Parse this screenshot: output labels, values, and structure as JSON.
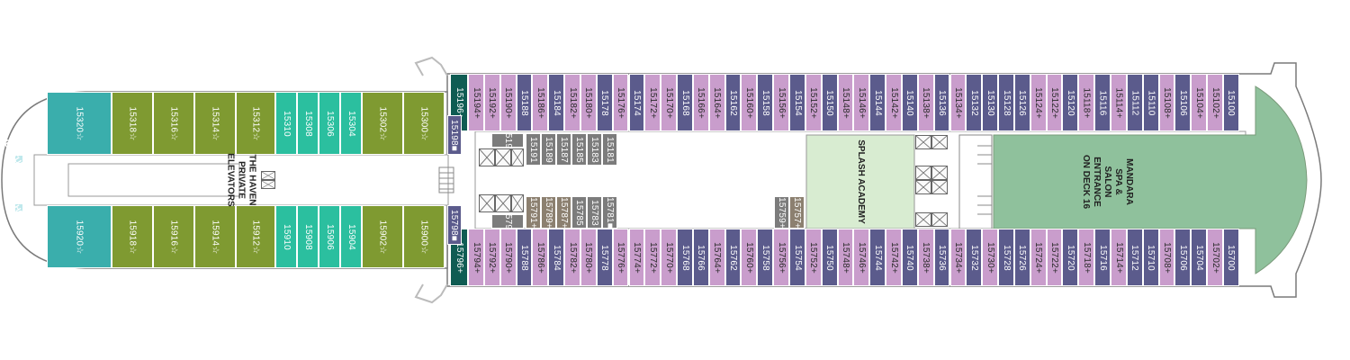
{
  "colors": {
    "purple": "#5b5b8c",
    "pink": "#c99dcc",
    "olive": "#7f9a31",
    "teal": "#3aaeac",
    "mint": "#2bbf9f",
    "dark_teal": "#0f5c53",
    "grey": "#7c7c7c",
    "taupe": "#8c8070",
    "spa_green": "#8fc19c",
    "splash_green": "#d8ecd1",
    "hull": "#ffffff",
    "outline": "#7a7a7a"
  },
  "cabins": {
    "top_main": [
      {
        "label": "15196+",
        "c": "dark_teal"
      },
      {
        "label": "15194+",
        "c": "pink"
      },
      {
        "label": "15192+",
        "c": "pink"
      },
      {
        "label": "15190+",
        "c": "pink"
      },
      {
        "label": "15188",
        "c": "purple"
      },
      {
        "label": "15186+",
        "c": "pink"
      },
      {
        "label": "15184",
        "c": "purple"
      },
      {
        "label": "15182+",
        "c": "pink"
      },
      {
        "label": "15180+",
        "c": "pink"
      },
      {
        "label": "15178",
        "c": "purple"
      },
      {
        "label": "15176+",
        "c": "pink"
      },
      {
        "label": "15174",
        "c": "purple"
      },
      {
        "label": "15172+",
        "c": "pink"
      },
      {
        "label": "15170+",
        "c": "pink"
      },
      {
        "label": "15168",
        "c": "purple"
      },
      {
        "label": "15166+",
        "c": "pink"
      },
      {
        "label": "15164+",
        "c": "pink"
      },
      {
        "label": "15162",
        "c": "purple"
      },
      {
        "label": "15160+",
        "c": "pink"
      },
      {
        "label": "15158",
        "c": "purple"
      },
      {
        "label": "15156+",
        "c": "pink"
      },
      {
        "label": "15154",
        "c": "purple"
      },
      {
        "label": "15152+",
        "c": "pink"
      },
      {
        "label": "15150",
        "c": "purple"
      },
      {
        "label": "15148+",
        "c": "pink"
      },
      {
        "label": "15146+",
        "c": "pink"
      },
      {
        "label": "15144",
        "c": "purple"
      },
      {
        "label": "15142+",
        "c": "pink"
      },
      {
        "label": "15140",
        "c": "purple"
      },
      {
        "label": "15138+",
        "c": "pink"
      },
      {
        "label": "15136",
        "c": "purple"
      },
      {
        "label": "15134+",
        "c": "pink"
      },
      {
        "label": "15132",
        "c": "purple"
      },
      {
        "label": "15130",
        "c": "purple"
      },
      {
        "label": "15128",
        "c": "purple"
      },
      {
        "label": "15126",
        "c": "purple"
      },
      {
        "label": "15124+",
        "c": "pink"
      },
      {
        "label": "15122+",
        "c": "pink"
      },
      {
        "label": "15120",
        "c": "purple"
      },
      {
        "label": "15118+",
        "c": "pink"
      },
      {
        "label": "15116",
        "c": "purple"
      },
      {
        "label": "15114+",
        "c": "pink"
      },
      {
        "label": "15112",
        "c": "purple"
      },
      {
        "label": "15110",
        "c": "purple"
      },
      {
        "label": "15108+",
        "c": "pink"
      },
      {
        "label": "15106",
        "c": "purple"
      },
      {
        "label": "15104+",
        "c": "pink"
      },
      {
        "label": "15102+",
        "c": "pink"
      },
      {
        "label": "15100",
        "c": "purple"
      }
    ],
    "bottom_main": [
      {
        "label": "15796+",
        "c": "dark_teal"
      },
      {
        "label": "15794+",
        "c": "pink"
      },
      {
        "label": "15792+",
        "c": "pink"
      },
      {
        "label": "15790+",
        "c": "pink"
      },
      {
        "label": "15788",
        "c": "purple"
      },
      {
        "label": "15786+",
        "c": "pink"
      },
      {
        "label": "15784",
        "c": "purple"
      },
      {
        "label": "15782+",
        "c": "pink"
      },
      {
        "label": "15780+",
        "c": "pink"
      },
      {
        "label": "15778",
        "c": "purple"
      },
      {
        "label": "15776+",
        "c": "pink"
      },
      {
        "label": "15774+",
        "c": "pink"
      },
      {
        "label": "15772+",
        "c": "pink"
      },
      {
        "label": "15770+",
        "c": "pink"
      },
      {
        "label": "15768",
        "c": "purple"
      },
      {
        "label": "15766",
        "c": "purple"
      },
      {
        "label": "15764+",
        "c": "pink"
      },
      {
        "label": "15762",
        "c": "purple"
      },
      {
        "label": "15760+",
        "c": "pink"
      },
      {
        "label": "15758",
        "c": "purple"
      },
      {
        "label": "15756+",
        "c": "pink"
      },
      {
        "label": "15754",
        "c": "purple"
      },
      {
        "label": "15752+",
        "c": "pink"
      },
      {
        "label": "15750",
        "c": "purple"
      },
      {
        "label": "15748+",
        "c": "pink"
      },
      {
        "label": "15746+",
        "c": "pink"
      },
      {
        "label": "15744",
        "c": "purple"
      },
      {
        "label": "15742+",
        "c": "pink"
      },
      {
        "label": "15740",
        "c": "purple"
      },
      {
        "label": "15738+",
        "c": "pink"
      },
      {
        "label": "15736",
        "c": "purple"
      },
      {
        "label": "15734+",
        "c": "pink"
      },
      {
        "label": "15732",
        "c": "purple"
      },
      {
        "label": "15730+",
        "c": "pink"
      },
      {
        "label": "15728",
        "c": "purple"
      },
      {
        "label": "15726",
        "c": "purple"
      },
      {
        "label": "15724+",
        "c": "pink"
      },
      {
        "label": "15722+",
        "c": "pink"
      },
      {
        "label": "15720",
        "c": "purple"
      },
      {
        "label": "15718+",
        "c": "pink"
      },
      {
        "label": "15716",
        "c": "purple"
      },
      {
        "label": "15714+",
        "c": "pink"
      },
      {
        "label": "15712",
        "c": "purple"
      },
      {
        "label": "15710",
        "c": "purple"
      },
      {
        "label": "15708+",
        "c": "pink"
      },
      {
        "label": "15706",
        "c": "purple"
      },
      {
        "label": "15704",
        "c": "purple"
      },
      {
        "label": "15702+",
        "c": "pink"
      },
      {
        "label": "15700",
        "c": "purple"
      }
    ],
    "top_haven": [
      {
        "label": "15318☆",
        "c": "olive"
      },
      {
        "label": "15316☆",
        "c": "olive"
      },
      {
        "label": "15314☆",
        "c": "olive"
      },
      {
        "label": "15312☆",
        "c": "olive"
      },
      {
        "label": "15310",
        "c": "mint"
      },
      {
        "label": "15308",
        "c": "mint"
      },
      {
        "label": "15306",
        "c": "mint"
      },
      {
        "label": "15304",
        "c": "mint"
      },
      {
        "label": "15302☆",
        "c": "olive"
      },
      {
        "label": "15300☆",
        "c": "olive"
      }
    ],
    "bottom_haven": [
      {
        "label": "15918☆",
        "c": "olive"
      },
      {
        "label": "15916☆",
        "c": "olive"
      },
      {
        "label": "15914☆",
        "c": "olive"
      },
      {
        "label": "15912☆",
        "c": "olive"
      },
      {
        "label": "15910",
        "c": "mint"
      },
      {
        "label": "15908",
        "c": "mint"
      },
      {
        "label": "15906",
        "c": "mint"
      },
      {
        "label": "15904",
        "c": "mint"
      },
      {
        "label": "15902☆",
        "c": "olive"
      },
      {
        "label": "15900☆",
        "c": "olive"
      }
    ],
    "aft_suites": [
      {
        "label": "15320☆",
        "c": "teal",
        "pos": "top"
      },
      {
        "label": "15920☆",
        "c": "teal",
        "pos": "bottom"
      }
    ],
    "connector": [
      {
        "label": "15198■",
        "c": "purple",
        "pos": "top"
      },
      {
        "label": "15798■",
        "c": "purple",
        "pos": "bottom"
      }
    ],
    "interior_top": [
      {
        "label": "15195",
        "c": "grey",
        "wide": true
      },
      {
        "label": "15191",
        "c": "grey"
      },
      {
        "label": "15189",
        "c": "grey"
      },
      {
        "label": "15187",
        "c": "grey"
      },
      {
        "label": "15185",
        "c": "grey"
      },
      {
        "label": "15183",
        "c": "grey"
      },
      {
        "label": "15181",
        "c": "grey"
      }
    ],
    "interior_bottom": [
      {
        "label": "15795",
        "c": "grey",
        "wide": true
      },
      {
        "label": "15791+",
        "c": "taupe"
      },
      {
        "label": "15789+",
        "c": "taupe"
      },
      {
        "label": "15787+",
        "c": "taupe"
      },
      {
        "label": "15785",
        "c": "grey"
      },
      {
        "label": "15783",
        "c": "grey"
      },
      {
        "label": "15781■",
        "c": "grey"
      }
    ],
    "interior_extra": [
      {
        "label": "15759+",
        "c": "grey"
      },
      {
        "label": "15757+",
        "c": "taupe"
      }
    ]
  },
  "labels": {
    "hot_tub_top": "HOT TUB",
    "hot_tub_bottom": "HOT TUB",
    "haven_elevators": "THE HAVEN PRIVATE ELEVATORS",
    "splash_academy": "SPLASH ACADEMY",
    "spa": "MANDARA SPA & SALON ENTRANCE ON DECK 16"
  }
}
